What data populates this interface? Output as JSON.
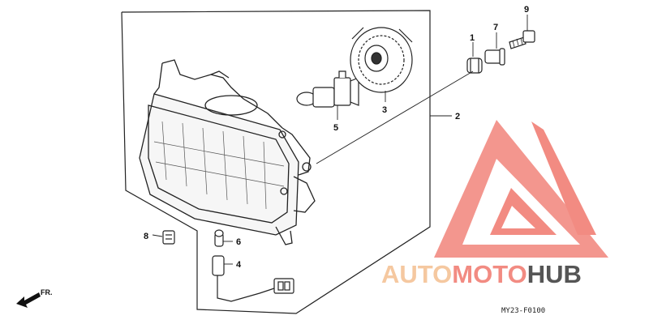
{
  "callouts": [
    {
      "id": "1",
      "text": "1"
    },
    {
      "id": "2",
      "text": "2"
    },
    {
      "id": "3",
      "text": "3"
    },
    {
      "id": "4",
      "text": "4"
    },
    {
      "id": "5",
      "text": "5"
    },
    {
      "id": "6",
      "text": "6"
    },
    {
      "id": "7",
      "text": "7"
    },
    {
      "id": "8",
      "text": "8"
    },
    {
      "id": "9",
      "text": "9"
    }
  ],
  "front_marker": "FR.",
  "diagram_code": "MY23-F0100",
  "watermark": {
    "part1": "AUTO",
    "part2": "MOTO",
    "part3": "HUB",
    "color_primary": "#f28b82",
    "color_accent": "#f5c8a0",
    "color_dark": "#555555"
  }
}
